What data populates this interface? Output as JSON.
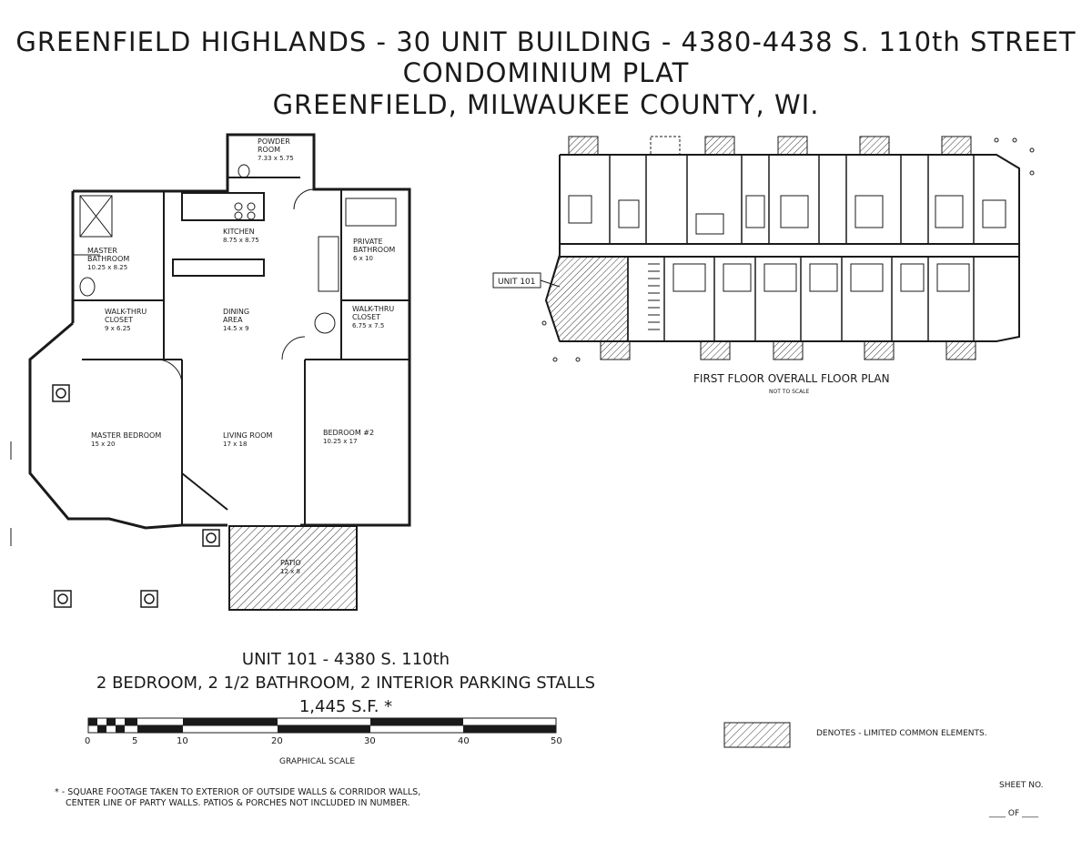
{
  "header": {
    "line1": "GREENFIELD HIGHLANDS - 30 UNIT BUILDING - 4380-4438 S. 110th STREET",
    "line2": "CONDOMINIUM PLAT",
    "line3": "GREENFIELD, MILWAUKEE COUNTY, WI."
  },
  "unit_plan": {
    "rooms": {
      "powder_room": [
        "POWDER",
        "ROOM",
        "7.33 x 5.75"
      ],
      "kitchen": [
        "KITCHEN",
        "8.75 x 8.75"
      ],
      "master_bath": [
        "MASTER",
        "BATHROOM",
        "10.25 x 8.25"
      ],
      "private_bath": [
        "PRIVATE",
        "BATHROOM",
        "6 x 10"
      ],
      "walk_closet_1": [
        "WALK-THRU",
        "CLOSET",
        "9 x 6.25"
      ],
      "dining": [
        "DINING",
        "AREA",
        "14.5 x 9"
      ],
      "walk_closet_2": [
        "WALK-THRU",
        "CLOSET",
        "6.75 x 7.5"
      ],
      "master_bedroom": [
        "MASTER BEDROOM",
        "15 x 20"
      ],
      "living_room": [
        "LIVING ROOM",
        "17 x 18"
      ],
      "bedroom2": [
        "BEDROOM #2",
        "10.25 x 17"
      ],
      "patio": [
        "PATIO",
        "12 x 8"
      ]
    }
  },
  "overall_plan": {
    "unit_tag": "UNIT 101",
    "title": "FIRST FLOOR OVERALL FLOOR PLAN",
    "note": "NOT TO SCALE"
  },
  "unit_info": {
    "line1": "UNIT 101 - 4380 S. 110th",
    "line2": "2 BEDROOM, 2 1/2 BATHROOM, 2 INTERIOR PARKING STALLS",
    "line3": "1,445 S.F.  *"
  },
  "scale": {
    "ticks": [
      "0",
      "5",
      "10",
      "20",
      "30",
      "40",
      "50"
    ],
    "label": "GRAPHICAL SCALE"
  },
  "legend": {
    "text": "DENOTES - LIMITED COMMON ELEMENTS."
  },
  "footnote": {
    "line1": "* - SQUARE FOOTAGE TAKEN TO EXTERIOR OF OUTSIDE WALLS & CORRIDOR WALLS,",
    "line2": "CENTER LINE OF PARTY WALLS.  PATIOS & PORCHES NOT INCLUDED IN NUMBER."
  },
  "sheet": {
    "label": "SHEET NO.",
    "of": "____ OF ____"
  }
}
